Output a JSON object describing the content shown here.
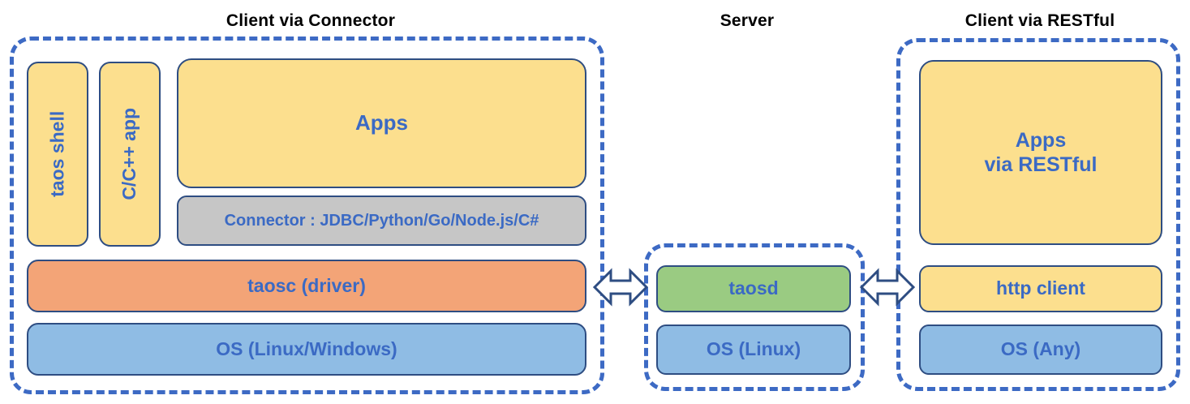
{
  "diagram": {
    "title": "TDengine architecture: client / server connectivity",
    "colors": {
      "panel_dashed": "#3d6ac4",
      "box_border": "#2e4d82",
      "text_blue": "#3b6ac4",
      "yellow": "#fcdf8e",
      "orange": "#f3a477",
      "blue": "#8fbce4",
      "green": "#9acb82",
      "gray": "#c6c6c6"
    }
  },
  "sections": {
    "connector": {
      "title": "Client via Connector",
      "boxes": {
        "taos_shell": "taos shell",
        "cpp_app": "C/C++ app",
        "apps": "Apps",
        "connector": "Connector : JDBC/Python/Go/Node.js/C#",
        "taosc": "taosc (driver)",
        "os": "OS (Linux/Windows)"
      }
    },
    "server": {
      "title": "Server",
      "boxes": {
        "taosd": "taosd",
        "os": "OS (Linux)"
      }
    },
    "restful": {
      "title": "Client via RESTful",
      "boxes": {
        "apps_line1": "Apps",
        "apps_line2": "via RESTful",
        "http_client": "http client",
        "os": "OS (Any)"
      }
    }
  },
  "arrows": {
    "left": "bidirectional-arrow",
    "right": "bidirectional-arrow"
  }
}
